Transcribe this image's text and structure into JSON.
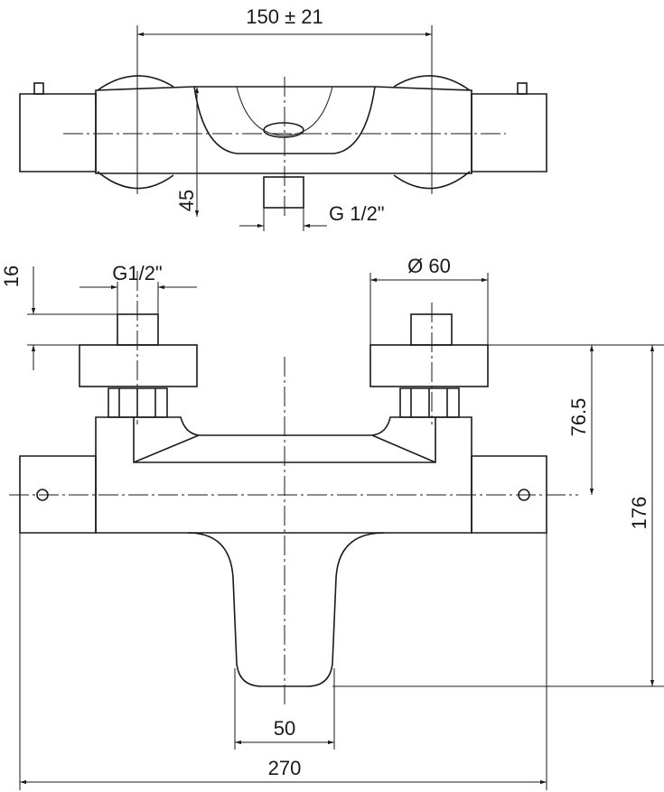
{
  "drawing": {
    "top_view": {
      "width_dim": "150 ± 21",
      "outlet_offset_dim": "45",
      "outlet_thread": "G 1/2\""
    },
    "front_view": {
      "inlet_depth_dim": "16",
      "inlet_thread": "G1/2\"",
      "cover_diameter": "Ø 60",
      "inlet_to_axis_dim": "76.5",
      "total_height_dim": "176",
      "spout_width_dim": "50",
      "total_width_dim": "270"
    },
    "colors": {
      "line": "#1a1a1a",
      "background": "#ffffff"
    }
  }
}
